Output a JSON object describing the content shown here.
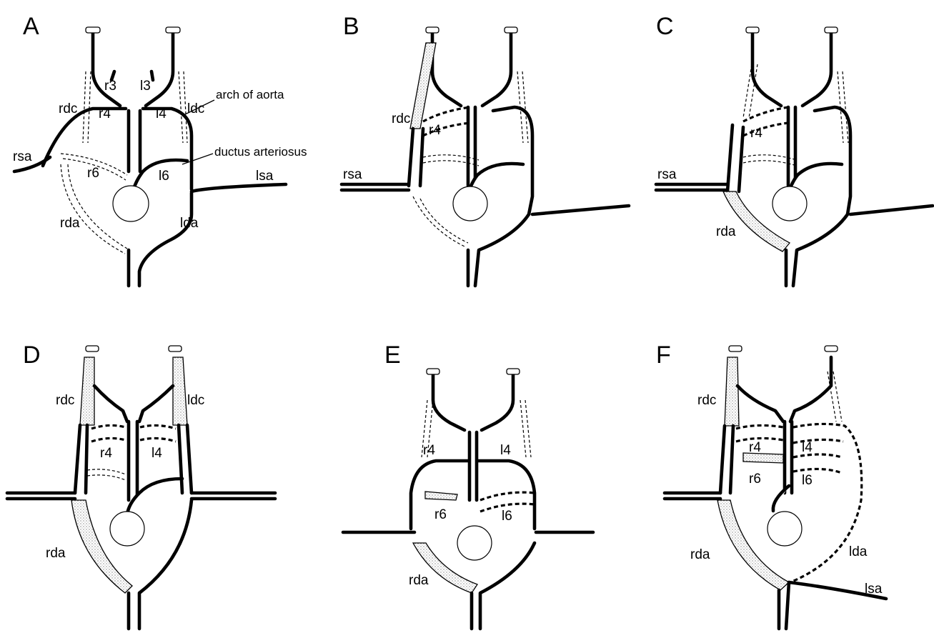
{
  "panels": {
    "A": {
      "letter": "A",
      "labels": {
        "rdc": "rdc",
        "r3": "r3",
        "l3": "l3",
        "ldc": "ldc",
        "r4": "r4",
        "l4": "l4",
        "arch": "arch of aorta",
        "ductus": "ductus arteriosus",
        "rsa": "rsa",
        "r6": "r6",
        "l6": "l6",
        "lsa": "lsa",
        "rda": "rda",
        "lda": "lda"
      }
    },
    "B": {
      "letter": "B",
      "labels": {
        "rdc": "rdc",
        "r4": "r4",
        "rsa": "rsa"
      }
    },
    "C": {
      "letter": "C",
      "labels": {
        "r4": "r4",
        "rsa": "rsa",
        "rda": "rda"
      }
    },
    "D": {
      "letter": "D",
      "labels": {
        "rdc": "rdc",
        "ldc": "ldc",
        "r4": "r4",
        "l4": "l4",
        "rda": "rda"
      }
    },
    "E": {
      "letter": "E",
      "labels": {
        "r4": "r4",
        "l4": "l4",
        "r6": "r6",
        "l6": "l6",
        "rda": "rda"
      }
    },
    "F": {
      "letter": "F",
      "labels": {
        "rdc": "rdc",
        "r4": "r4",
        "l4": "l4",
        "r6": "r6",
        "l6": "l6",
        "rda": "rda",
        "lda": "lda",
        "lsa": "lsa"
      }
    }
  }
}
